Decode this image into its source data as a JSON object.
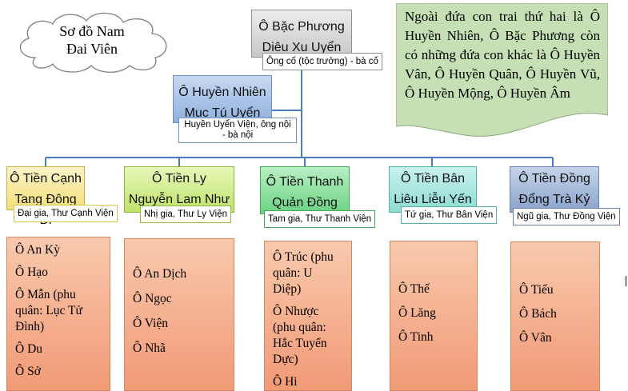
{
  "cloud": {
    "lines": [
      "Sơ đồ Nam",
      "Đai Viên"
    ]
  },
  "root": {
    "name": "Ô Bặc Phương",
    "wife": "Diêu Xu Uyển",
    "tag": "Ông cố (tộc trưởng) - bà cố"
  },
  "grandparent": {
    "name": "Ô Huyền Nhiên",
    "wife": "Mục Tú Uyển",
    "tag_lines": [
      "Huyền Uyển Viện, ông nội",
      "- bà nội"
    ]
  },
  "note": "Ngoài đứa con trai thứ hai là Ô Huyền Nhiên, Ô Bặc Phương còn có những đứa con khác là Ô Huyền Vân, Ô Huyền Quân, Ô Huyền Vũ, Ô Huyền Mộng, Ô Huyền Âm",
  "branches": [
    {
      "name": "Ô Tiền Cạnh",
      "wife": "Tang Đông Di",
      "tag": "Đại gia, Thư Cạnh Viện",
      "children": [
        "Ô An Kỳ",
        "Ô Hạo",
        "Ô Mẫn (phu quân: Lục Tử Đình)",
        "Ô Du",
        "Ô Sở"
      ]
    },
    {
      "name": "Ô Tiền Ly",
      "wife": "Nguyễn Lam Như",
      "tag": "Nhị gia, Thư Ly Viện",
      "children": [
        "Ô An Dịch",
        "Ô Ngọc",
        "Ô Viện",
        "Ô Nhã"
      ]
    },
    {
      "name": "Ô Tiền Thanh",
      "wife": "Quản Đồng",
      "tag": "Tam gia, Thư Thanh Viện",
      "children": [
        "Ô Trúc (phu quân: U Diệp)",
        "Ô Nhược (phu quân: Hắc Tuyển Dực)",
        "Ô Hi"
      ]
    },
    {
      "name": "Ô Tiền Bân",
      "wife": "Liêu Liễu Yến",
      "tag": "Tứ gia, Thư Bân Viện",
      "children": [
        "Ô Thế",
        "Ô Lăng",
        "Ô Tinh"
      ]
    },
    {
      "name": "Ô Tiền Đồng",
      "wife": "Đổng Trà Kỷ",
      "tag": "Ngũ gia, Thư Đồng Viện",
      "children": [
        "Ô Tiếu",
        "Ô Bách",
        "Ô Vân"
      ]
    }
  ],
  "colors": {
    "connector": "#4a7ebb",
    "children_fill": "#f4a785",
    "note_fill": "#c6dfb4"
  }
}
